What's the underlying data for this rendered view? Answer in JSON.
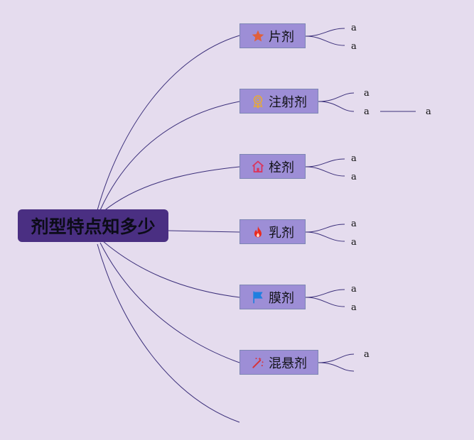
{
  "root": {
    "label": "剂型特点知多少"
  },
  "branches": [
    {
      "label": "片剂",
      "icon": "star-icon",
      "color": "#e0603c",
      "leaves": [
        "a",
        "a"
      ]
    },
    {
      "label": "注射剂",
      "icon": "award-icon",
      "color": "#e6a93a",
      "leaves": [
        "a",
        "a"
      ],
      "extra_leaf": "a"
    },
    {
      "label": "栓剂",
      "icon": "home-icon",
      "color": "#d9365e",
      "leaves": [
        "a",
        "a"
      ]
    },
    {
      "label": "乳剂",
      "icon": "fire-icon",
      "color": "#ea2b1f",
      "leaves": [
        "a",
        "a"
      ]
    },
    {
      "label": "膜剂",
      "icon": "flag-icon",
      "color": "#1f7fe0",
      "leaves": [
        "a",
        "a"
      ]
    },
    {
      "label": "混悬剂",
      "icon": "magic-wand-icon",
      "color": "#d7333a",
      "leaves": [
        "a",
        ""
      ]
    }
  ],
  "line_color": "#3b2f7a"
}
